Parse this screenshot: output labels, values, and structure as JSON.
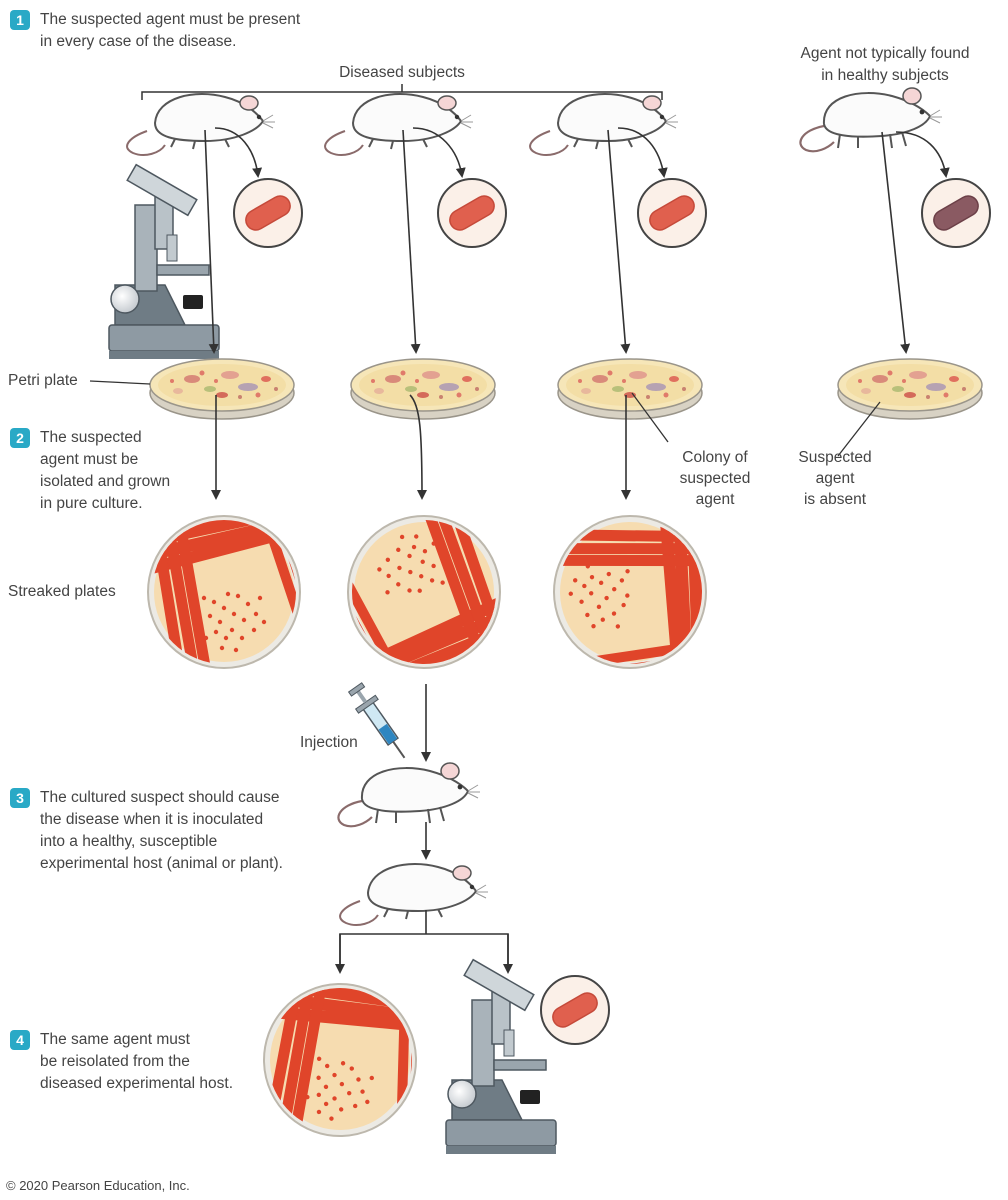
{
  "postulates": [
    {
      "number": "1",
      "lines": [
        "The suspected agent must be present",
        "in every case of the disease."
      ]
    },
    {
      "number": "2",
      "lines": [
        "The suspected",
        "agent must be",
        "isolated and grown",
        "in pure culture."
      ]
    },
    {
      "number": "3",
      "lines": [
        "The cultured suspect should cause",
        "the disease when it is inoculated",
        "into a healthy, susceptible",
        "experimental host (animal or plant)."
      ]
    },
    {
      "number": "4",
      "lines": [
        "The same agent must",
        "be reisolated from the",
        "diseased experimental host."
      ]
    }
  ],
  "labels": {
    "diseased_subjects": "Diseased subjects",
    "healthy_note": [
      "Agent not typically found",
      "in healthy subjects"
    ],
    "petri_plate": "Petri plate",
    "colony": [
      "Colony of",
      "suspected",
      "agent"
    ],
    "absent": [
      "Suspected",
      "agent",
      "is absent"
    ],
    "streaked_plates": "Streaked plates",
    "injection": "Injection"
  },
  "copyright": "© 2020 Pearson Education, Inc.",
  "colors": {
    "badge": "#29a9c6",
    "agent": "#e0604e",
    "agent_healthy": "#8a5a62",
    "streak": "#e0452a",
    "agar": "#f6dcb0",
    "metal": "#8e9aa3",
    "arrow": "#333333"
  },
  "icons": [
    "mouse-icon",
    "microscope-icon",
    "bacterium-icon",
    "petri-dish-icon",
    "streaked-plate-icon",
    "syringe-icon"
  ]
}
